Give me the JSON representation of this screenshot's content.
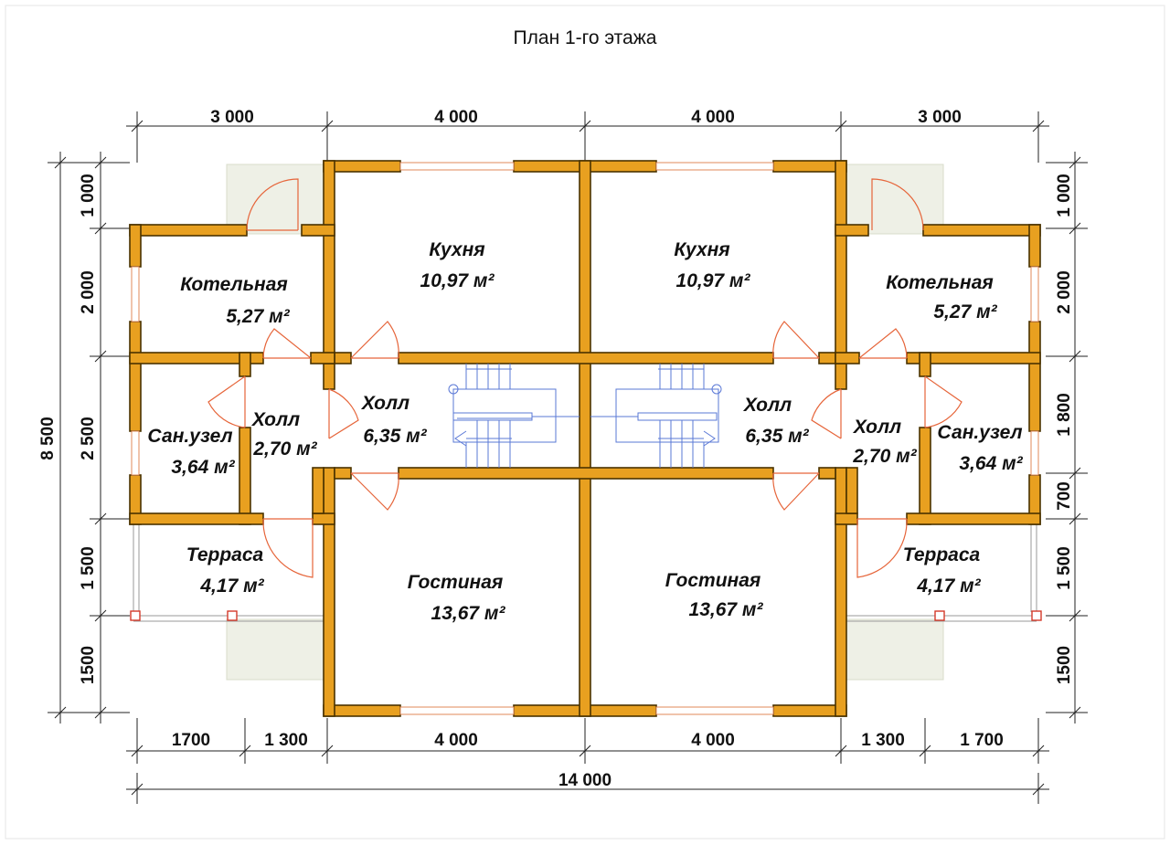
{
  "title": "План 1-го этажа",
  "dimensions": {
    "top": [
      "3 000",
      "4 000",
      "4 000",
      "3 000"
    ],
    "bottom": [
      "1700",
      "1 300",
      "4 000",
      "4 000",
      "1 300",
      "1 700"
    ],
    "total": "14 000",
    "left_total": "8 500",
    "left": [
      "1 000",
      "2 000",
      "2 500",
      "1 500",
      "1500"
    ],
    "right": [
      "1 000",
      "2 000",
      "1 800",
      "700",
      "1 500",
      "1500"
    ]
  },
  "rooms": {
    "kitchen_left": {
      "name": "Кухня",
      "area": "10,97 м²"
    },
    "kitchen_right": {
      "name": "Кухня",
      "area": "10,97 м²"
    },
    "boiler_left": {
      "name": "Котельная",
      "area": "5,27 м²"
    },
    "boiler_right": {
      "name": "Котельная",
      "area": "5,27 м²"
    },
    "hall_center_left": {
      "name": "Холл",
      "area": "6,35 м²"
    },
    "hall_center_right": {
      "name": "Холл",
      "area": "6,35 м²"
    },
    "hall_small_left": {
      "name": "Холл",
      "area": "2,70 м²"
    },
    "hall_small_right": {
      "name": "Холл",
      "area": "2,70 м²"
    },
    "bath_left": {
      "name": "Сан.узел",
      "area": "3,64 м²"
    },
    "bath_right": {
      "name": "Сан.узел",
      "area": "3,64 м²"
    },
    "terrace_left": {
      "name": "Терраса",
      "area": "4,17 м²"
    },
    "terrace_right": {
      "name": "Терраса",
      "area": "4,17 м²"
    },
    "living_left": {
      "name": "Гостиная",
      "area": "13,67 м²"
    },
    "living_right": {
      "name": "Гостиная",
      "area": "13,67 м²"
    }
  },
  "colors": {
    "wall": "#e8a020",
    "door": "#e6653a",
    "stair": "#5a78d6",
    "column": "#d43a2a"
  }
}
